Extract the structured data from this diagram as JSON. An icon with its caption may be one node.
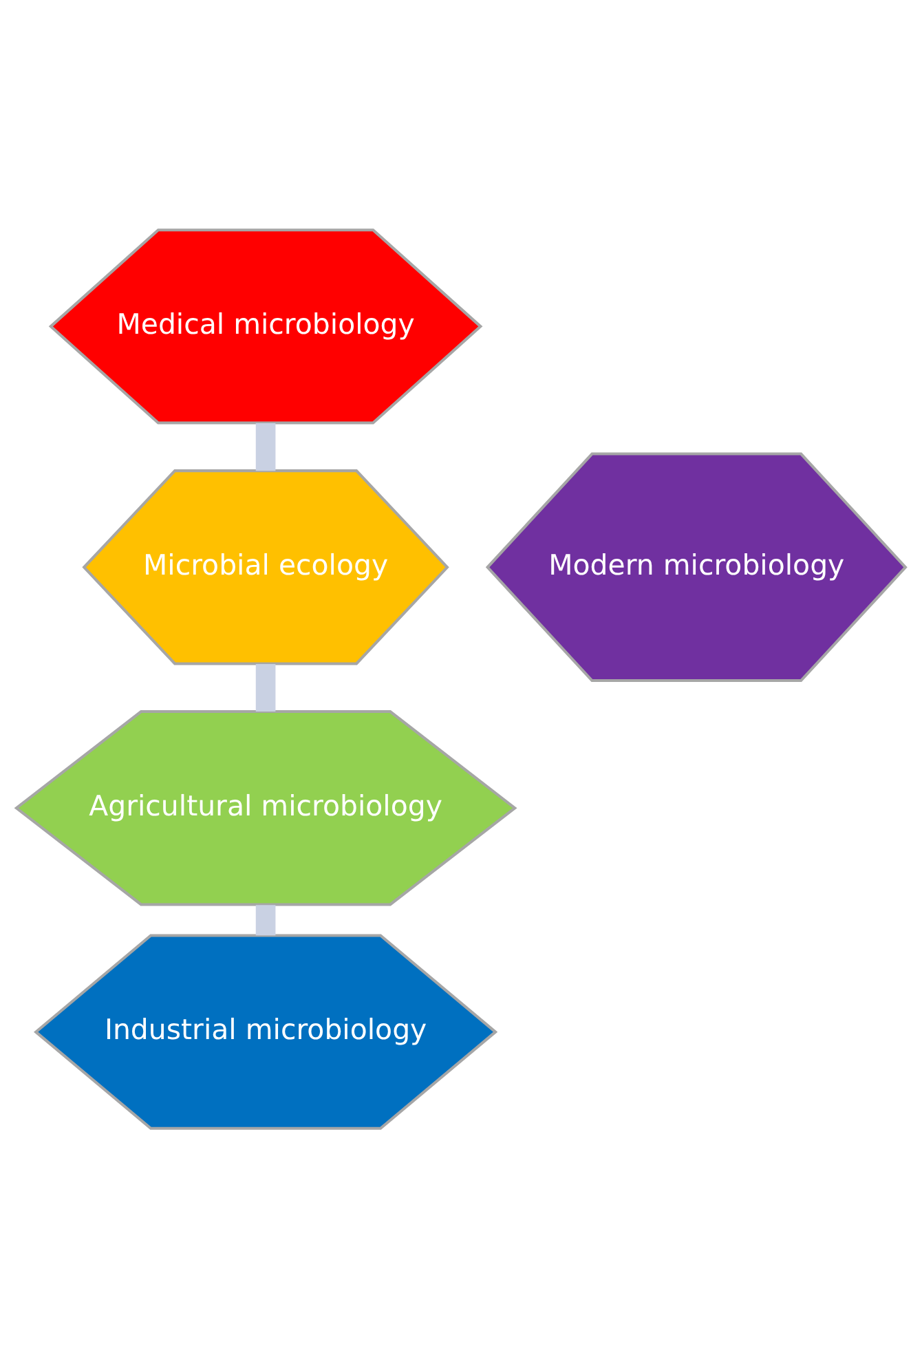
{
  "diagram": {
    "nodes": [
      {
        "text": [
          "Medical microbiology"
        ]
      },
      {
        "text": [
          "Microbial ecology"
        ]
      },
      {
        "text": [
          "Modern microbiology"
        ]
      },
      {
        "text": [
          "Agricultural microbiology"
        ]
      },
      {
        "text": [
          "Industrial microbiology"
        ]
      }
    ],
    "edges": [
      {
        "from": 0,
        "to": 1,
        "arrow": "none"
      },
      {
        "from": 1,
        "to": 3,
        "arrow": "none"
      },
      {
        "from": 3,
        "to": 4,
        "arrow": "none"
      }
    ]
  }
}
